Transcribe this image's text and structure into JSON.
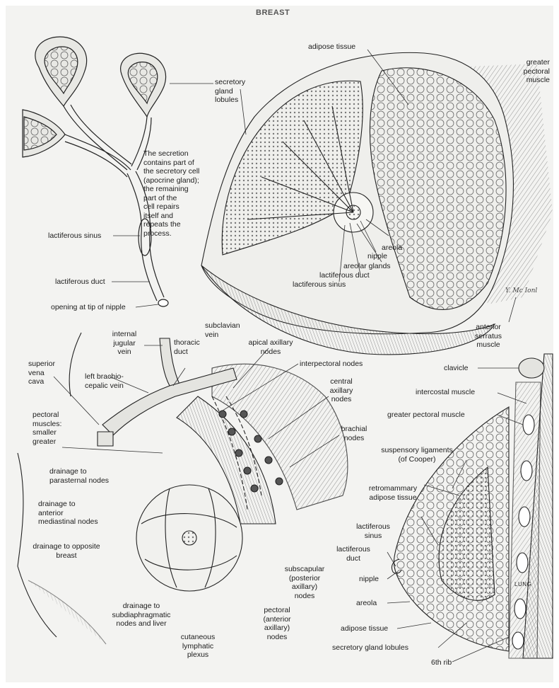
{
  "title": "BREAST",
  "signature": "Y. Mc Ionl",
  "lung_tag": "LUNG",
  "labels": {
    "secretory_gland_lobules_top": "secretory\ngland\nlobules",
    "secretion_note": "The secretion\ncontains part of\nthe secretory cell\n(apocrine gland);\nthe remaining\npart of the\ncell repairs\nitself and\nrepeats the\nprocess.",
    "lactiferous_sinus_left": "lactiferous sinus",
    "lactiferous_duct_left": "lactiferous duct",
    "opening_at_tip": "opening at tip of nipple",
    "adipose_tissue_top": "adipose tissue",
    "greater_pectoral_muscle_top": "greater\npectoral\nmuscle",
    "areola_top": "areola",
    "nipple_top": "nipple",
    "areolar_glands": "areolar glands",
    "lactiferous_duct_top": "lactiferous duct",
    "lactiferous_sinus_top": "lactiferous sinus",
    "anterior_serratus": "anterior\nserratus\nmuscle",
    "internal_jugular": "internal\njugular\nvein",
    "thoracic_duct": "thoracic\nduct",
    "subclavian_vein": "subclavian\nvein",
    "apical_axillary": "apical axillary\nnodes",
    "superior_vena_cava": "superior\nvena\ncava",
    "left_brachiocephalic": "left brachio-\ncepalic vein",
    "interpectoral": "interpectoral nodes",
    "central_axillary": "central\naxillary\nnodes",
    "pectoral_muscles": "pectoral\nmuscles:\nsmaller\ngreater",
    "brachial_nodes": "brachial\nnodes",
    "drainage_parasternal": "drainage to\nparasternal nodes",
    "drainage_mediastinal": "drainage to\nanterior\nmediastinal nodes",
    "drainage_opposite": "drainage to opposite\nbreast",
    "drainage_subdiaphragmatic": "drainage to\nsubdiaphragmatic\nnodes and liver",
    "cutaneous_plexus": "cutaneous\nlymphatic\nplexus",
    "subscapular": "subscapular\n(posterior\naxillary)\nnodes",
    "pectoral_anterior": "pectoral\n(anterior\naxillary)\nnodes",
    "clavicle": "clavicle",
    "intercostal_muscle": "intercostal muscle",
    "greater_pectoral_muscle_right": "greater pectoral muscle",
    "suspensory_ligaments": "suspensory ligaments\n(of Cooper)",
    "retromammary": "retromammary\nadipose tissue",
    "lactiferous_sinus_right": "lactiferous\nsinus",
    "lactiferous_duct_right": "lactiferous\nduct",
    "nipple_right": "nipple",
    "areola_right": "areola",
    "adipose_tissue_right": "adipose tissue",
    "secretory_gland_lobules_right": "secretory gland lobules",
    "sixth_rib": "6th rib"
  }
}
